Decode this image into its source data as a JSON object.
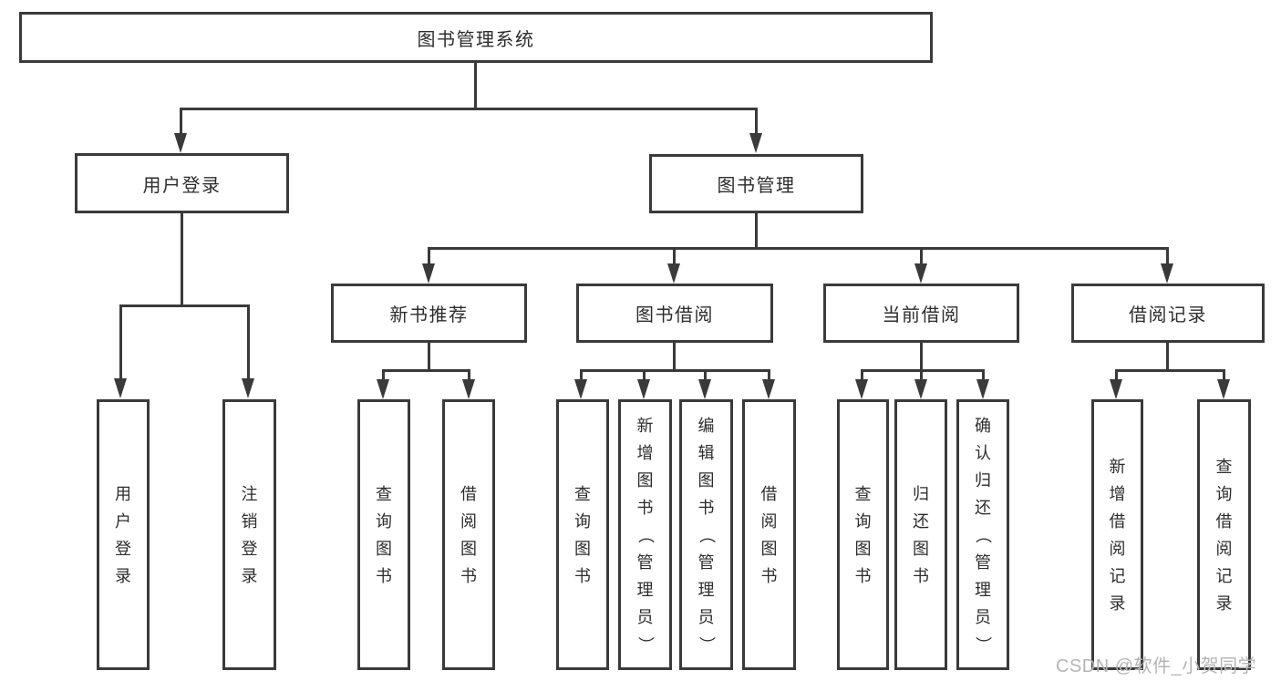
{
  "diagram_title": "图书管理系统",
  "watermark": "CSDN @软件_小贺同学",
  "colors": {
    "line": "#3a3a3a",
    "box_border": "#3a3a3a",
    "text": "#2d2d2d",
    "watermark": "#b5b5b5",
    "background": "#ffffff"
  },
  "tree": {
    "root": {
      "label": "图书管理系统"
    },
    "level2": [
      {
        "id": "user-login",
        "label": "用户登录"
      },
      {
        "id": "book-management",
        "label": "图书管理"
      }
    ],
    "level3": [
      {
        "id": "new-book-recommend",
        "label": "新书推荐",
        "parent": "图书管理"
      },
      {
        "id": "book-borrow",
        "label": "图书借阅",
        "parent": "图书管理"
      },
      {
        "id": "current-borrow",
        "label": "当前借阅",
        "parent": "图书管理"
      },
      {
        "id": "borrow-record",
        "label": "借阅记录",
        "parent": "图书管理"
      }
    ],
    "leaves": [
      {
        "id": "leaf-user-login",
        "label": "用户登录",
        "parent": "用户登录"
      },
      {
        "id": "leaf-logout",
        "label": "注销登录",
        "parent": "用户登录"
      },
      {
        "id": "leaf-query-book-rec",
        "label": "查询图书",
        "parent": "新书推荐"
      },
      {
        "id": "leaf-borrow-book-rec",
        "label": "借阅图书",
        "parent": "新书推荐"
      },
      {
        "id": "leaf-query-book-borrow",
        "label": "查询图书",
        "parent": "图书借阅"
      },
      {
        "id": "leaf-add-book-admin",
        "label": "新增图书（管理员）",
        "parent": "图书借阅"
      },
      {
        "id": "leaf-edit-book-admin",
        "label": "编辑图书（管理员）",
        "parent": "图书借阅"
      },
      {
        "id": "leaf-borrow-book-borrow",
        "label": "借阅图书",
        "parent": "图书借阅"
      },
      {
        "id": "leaf-query-book-current",
        "label": "查询图书",
        "parent": "当前借阅"
      },
      {
        "id": "leaf-return-book",
        "label": "归还图书",
        "parent": "当前借阅"
      },
      {
        "id": "leaf-confirm-return-admin",
        "label": "确认归还（管理员）",
        "parent": "当前借阅"
      },
      {
        "id": "leaf-add-borrow-record",
        "label": "新增借阅记录",
        "parent": "借阅记录"
      },
      {
        "id": "leaf-query-borrow-record",
        "label": "查询借阅记录",
        "parent": "借阅记录"
      }
    ]
  }
}
